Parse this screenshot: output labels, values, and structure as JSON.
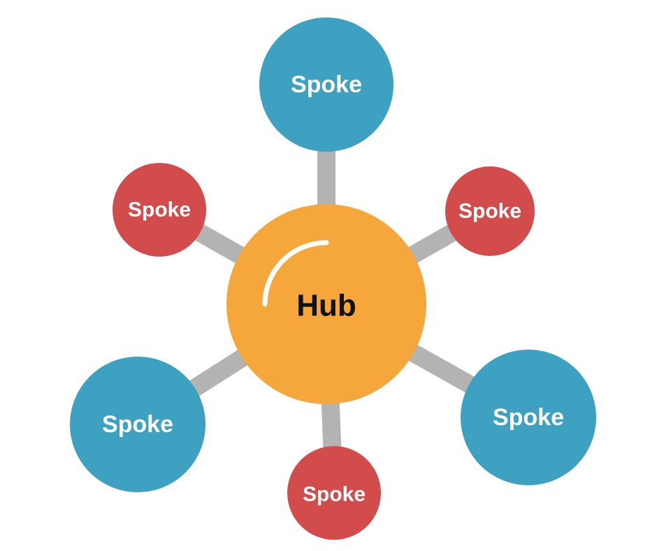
{
  "diagram": {
    "type": "hub-and-spoke",
    "background_color": "#FFFFFF",
    "connector_color": "#B3B3B3",
    "hub": {
      "label": "Hub",
      "fill_color": "#F6A73C",
      "label_color": "#111111",
      "highlight_color": "#FFFFFF"
    },
    "spokes": [
      {
        "label": "Spoke",
        "position": "top",
        "size": "large",
        "fill_color": "#3FA1C1",
        "label_color": "#FFFFFF"
      },
      {
        "label": "Spoke",
        "position": "upper-right",
        "size": "small",
        "fill_color": "#D34C4C",
        "label_color": "#FFFFFF"
      },
      {
        "label": "Spoke",
        "position": "lower-right",
        "size": "large",
        "fill_color": "#3FA1C1",
        "label_color": "#FFFFFF"
      },
      {
        "label": "Spoke",
        "position": "bottom",
        "size": "small",
        "fill_color": "#D34C4C",
        "label_color": "#FFFFFF"
      },
      {
        "label": "Spoke",
        "position": "lower-left",
        "size": "large",
        "fill_color": "#3FA1C1",
        "label_color": "#FFFFFF"
      },
      {
        "label": "Spoke",
        "position": "upper-left",
        "size": "small",
        "fill_color": "#D34C4C",
        "label_color": "#FFFFFF"
      }
    ]
  }
}
